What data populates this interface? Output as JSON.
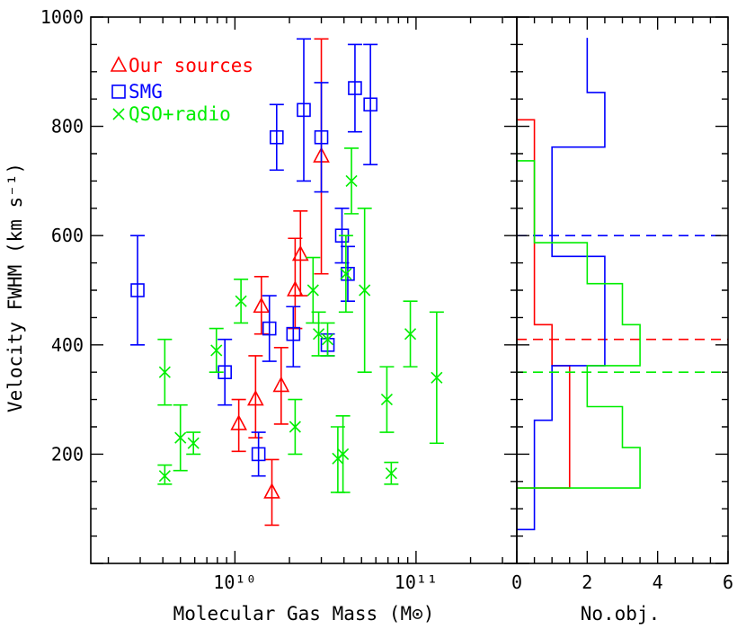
{
  "chart_data": [
    {
      "type": "scatter",
      "xlabel": "Molecular Gas Mass (M⊙)",
      "ylabel": "Velocity FWHM (km s⁻¹)",
      "x_scale": "log",
      "xlim": [
        1600000000.0,
        360000000000.0
      ],
      "ylim": [
        0,
        1000
      ],
      "x_ticks": [
        {
          "value": 10000000000.0,
          "label": "10¹⁰"
        },
        {
          "value": 100000000000.0,
          "label": "10¹¹"
        }
      ],
      "y_ticks": [
        200,
        400,
        600,
        800,
        1000
      ],
      "legend_position": "top-left",
      "series": [
        {
          "name": "Our sources",
          "marker": "triangle",
          "color": "#ff0000",
          "points": [
            {
              "x": 10500000000.0,
              "y": 255,
              "ylo": 205,
              "yhi": 300
            },
            {
              "x": 13000000000.0,
              "y": 300,
              "ylo": 230,
              "yhi": 380
            },
            {
              "x": 14000000000.0,
              "y": 470,
              "ylo": 420,
              "yhi": 525
            },
            {
              "x": 16000000000.0,
              "y": 130,
              "ylo": 70,
              "yhi": 190
            },
            {
              "x": 18000000000.0,
              "y": 325,
              "ylo": 255,
              "yhi": 395
            },
            {
              "x": 21500000000.0,
              "y": 500,
              "ylo": 430,
              "yhi": 595
            },
            {
              "x": 23000000000.0,
              "y": 565,
              "ylo": 490,
              "yhi": 645
            },
            {
              "x": 30000000000.0,
              "y": 745,
              "ylo": 530,
              "yhi": 960
            }
          ]
        },
        {
          "name": "SMG",
          "marker": "square",
          "color": "#0000ff",
          "points": [
            {
              "x": 2900000000.0,
              "y": 500,
              "ylo": 400,
              "yhi": 600
            },
            {
              "x": 8800000000.0,
              "y": 350,
              "ylo": 290,
              "yhi": 410
            },
            {
              "x": 13500000000.0,
              "y": 200,
              "ylo": 160,
              "yhi": 240
            },
            {
              "x": 15500000000.0,
              "y": 430,
              "ylo": 370,
              "yhi": 490
            },
            {
              "x": 17000000000.0,
              "y": 780,
              "ylo": 720,
              "yhi": 840
            },
            {
              "x": 21000000000.0,
              "y": 420,
              "ylo": 360,
              "yhi": 470
            },
            {
              "x": 24000000000.0,
              "y": 830,
              "ylo": 700,
              "yhi": 960
            },
            {
              "x": 30000000000.0,
              "y": 780,
              "ylo": 680,
              "yhi": 880
            },
            {
              "x": 32500000000.0,
              "y": 400,
              "ylo": 380,
              "yhi": 420
            },
            {
              "x": 39000000000.0,
              "y": 600,
              "ylo": 550,
              "yhi": 650
            },
            {
              "x": 42000000000.0,
              "y": 530,
              "ylo": 480,
              "yhi": 580
            },
            {
              "x": 46000000000.0,
              "y": 870,
              "ylo": 790,
              "yhi": 950
            },
            {
              "x": 56000000000.0,
              "y": 840,
              "ylo": 730,
              "yhi": 950
            }
          ]
        },
        {
          "name": "QSO+radio",
          "marker": "cross",
          "color": "#00ee00",
          "points": [
            {
              "x": 4100000000.0,
              "y": 160,
              "ylo": 145,
              "yhi": 180
            },
            {
              "x": 4100000000.0,
              "y": 350,
              "ylo": 290,
              "yhi": 410
            },
            {
              "x": 5000000000.0,
              "y": 230,
              "ylo": 170,
              "yhi": 290
            },
            {
              "x": 5900000000.0,
              "y": 220,
              "ylo": 200,
              "yhi": 240
            },
            {
              "x": 7900000000.0,
              "y": 390,
              "ylo": 350,
              "yhi": 430
            },
            {
              "x": 10800000000.0,
              "y": 480,
              "ylo": 440,
              "yhi": 520
            },
            {
              "x": 21500000000.0,
              "y": 250,
              "ylo": 200,
              "yhi": 300
            },
            {
              "x": 27000000000.0,
              "y": 500,
              "ylo": 440,
              "yhi": 560
            },
            {
              "x": 29000000000.0,
              "y": 420,
              "ylo": 380,
              "yhi": 460
            },
            {
              "x": 32500000000.0,
              "y": 410,
              "ylo": 380,
              "yhi": 440
            },
            {
              "x": 37000000000.0,
              "y": 192,
              "ylo": 130,
              "yhi": 250
            },
            {
              "x": 39500000000.0,
              "y": 200,
              "ylo": 130,
              "yhi": 270
            },
            {
              "x": 44000000000.0,
              "y": 700,
              "ylo": 640,
              "yhi": 760
            },
            {
              "x": 41000000000.0,
              "y": 530,
              "ylo": 460,
              "yhi": 600
            },
            {
              "x": 52000000000.0,
              "y": 500,
              "ylo": 350,
              "yhi": 650
            },
            {
              "x": 69000000000.0,
              "y": 300,
              "ylo": 240,
              "yhi": 360
            },
            {
              "x": 73000000000.0,
              "y": 165,
              "ylo": 145,
              "yhi": 185
            },
            {
              "x": 93000000000.0,
              "y": 420,
              "ylo": 360,
              "yhi": 480
            },
            {
              "x": 130000000000.0,
              "y": 340,
              "ylo": 220,
              "yhi": 460
            }
          ]
        }
      ]
    },
    {
      "type": "histogram",
      "xlabel": "No.obj.",
      "xlim": [
        0,
        6
      ],
      "ylim": [
        0,
        1000
      ],
      "x_ticks": [
        0,
        2,
        4,
        6
      ],
      "orientation": "horizontal",
      "series": [
        {
          "name": "Our sources",
          "color": "#ff0000",
          "steps": [
            {
              "ylo": 138,
              "yhi": 212,
              "count": 1.5
            },
            {
              "ylo": 212,
              "yhi": 362,
              "count": 1.5
            },
            {
              "ylo": 362,
              "yhi": 437,
              "count": 1.0
            },
            {
              "ylo": 437,
              "yhi": 587,
              "count": 0.5
            },
            {
              "ylo": 587,
              "yhi": 812,
              "count": 0.5
            },
            {
              "ylo": 812,
              "yhi": 1000,
              "count": 0
            }
          ],
          "median": 410
        },
        {
          "name": "SMG",
          "color": "#0000ff",
          "steps": [
            {
              "ylo": 62,
              "yhi": 262,
              "count": 0.5
            },
            {
              "ylo": 262,
              "yhi": 362,
              "count": 1.0
            },
            {
              "ylo": 362,
              "yhi": 562,
              "count": 2.5
            },
            {
              "ylo": 562,
              "yhi": 762,
              "count": 1.0
            },
            {
              "ylo": 762,
              "yhi": 862,
              "count": 2.5
            },
            {
              "ylo": 862,
              "yhi": 962,
              "count": 2.0
            }
          ],
          "median": 600
        },
        {
          "name": "QSO+radio",
          "color": "#00ee00",
          "steps": [
            {
              "ylo": 138,
              "yhi": 212,
              "count": 3.5
            },
            {
              "ylo": 212,
              "yhi": 287,
              "count": 3.0
            },
            {
              "ylo": 287,
              "yhi": 362,
              "count": 2.0
            },
            {
              "ylo": 362,
              "yhi": 437,
              "count": 3.5
            },
            {
              "ylo": 437,
              "yhi": 512,
              "count": 3.0
            },
            {
              "ylo": 512,
              "yhi": 587,
              "count": 2.0
            },
            {
              "ylo": 587,
              "yhi": 737,
              "count": 0.5
            },
            {
              "ylo": 737,
              "yhi": 812,
              "count": 0
            }
          ],
          "median": 350
        }
      ]
    }
  ]
}
